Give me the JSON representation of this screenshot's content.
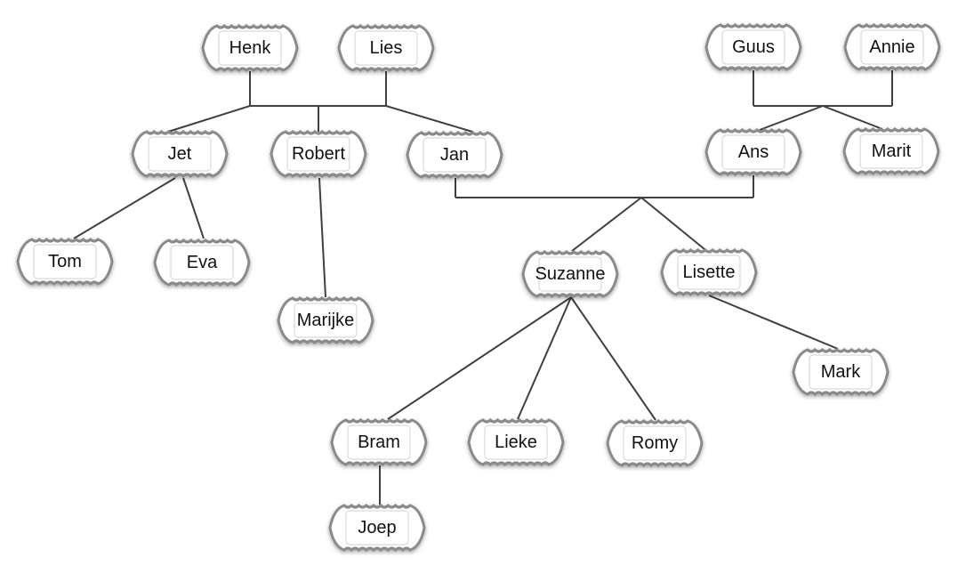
{
  "people": {
    "henk": "Henk",
    "lies": "Lies",
    "guus": "Guus",
    "annie": "Annie",
    "jet": "Jet",
    "robert": "Robert",
    "jan": "Jan",
    "ans": "Ans",
    "marit": "Marit",
    "tom": "Tom",
    "eva": "Eva",
    "marijke": "Marijke",
    "suzanne": "Suzanne",
    "lisette": "Lisette",
    "mark": "Mark",
    "bram": "Bram",
    "lieke": "Lieke",
    "romy": "Romy",
    "joep": "Joep"
  },
  "families": [
    {
      "parents": [
        "henk",
        "lies"
      ],
      "children": [
        "jet",
        "robert",
        "jan"
      ]
    },
    {
      "parents": [
        "guus",
        "annie"
      ],
      "children": [
        "ans",
        "marit"
      ]
    },
    {
      "parents": [
        "jet"
      ],
      "children": [
        "tom",
        "eva"
      ]
    },
    {
      "parents": [
        "robert"
      ],
      "children": [
        "marijke"
      ]
    },
    {
      "parents": [
        "jan",
        "ans"
      ],
      "children": [
        "suzanne",
        "lisette"
      ]
    },
    {
      "parents": [
        "suzanne"
      ],
      "children": [
        "bram",
        "lieke",
        "romy"
      ]
    },
    {
      "parents": [
        "lisette"
      ],
      "children": [
        "mark"
      ]
    },
    {
      "parents": [
        "bram"
      ],
      "children": [
        "joep"
      ]
    }
  ],
  "colors": {
    "frame": "#8a8a8a",
    "fill": "#ffffff",
    "line": "#404040",
    "text": "#111111"
  },
  "node_icon": "ornate-label-frame"
}
